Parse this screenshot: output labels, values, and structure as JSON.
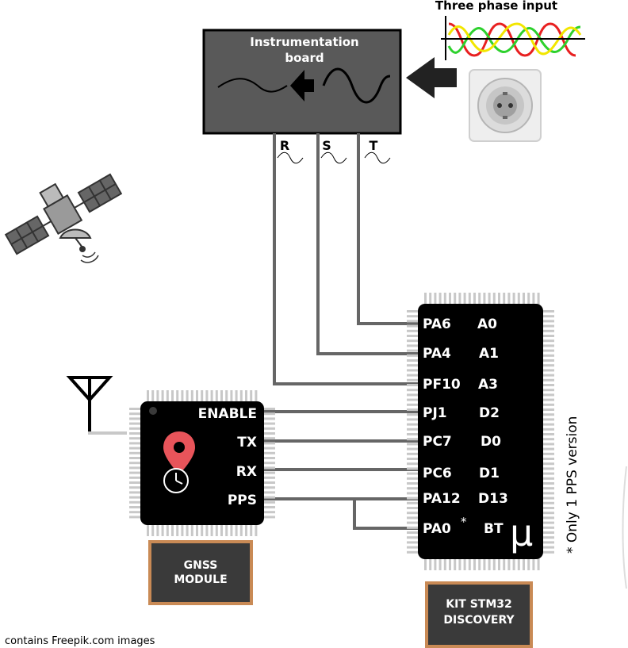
{
  "title_input": "Three phase input",
  "instrumentation_board": {
    "line1": "Instrumentation",
    "line2": "board"
  },
  "phases": [
    "R",
    "S",
    "T"
  ],
  "gnss": {
    "pins": [
      "ENABLE",
      "TX",
      "RX",
      "PPS"
    ],
    "label_line1": "GNSS",
    "label_line2": "MODULE"
  },
  "stm32": {
    "left_pins": [
      "PA6",
      "PA4",
      "PF10",
      "PJ1",
      "PC7",
      "PC6",
      "PA12",
      "PA0"
    ],
    "right_pins": [
      "A0",
      "A1",
      "A3",
      "D2",
      "D0",
      "D1",
      "D13",
      "BT"
    ],
    "asterisk": "*",
    "mu": "μ",
    "label_line1": "KIT STM32",
    "label_line2": "DISCOVERY"
  },
  "note": "* Only 1 PPS version",
  "credit": "contains Freepik.com images",
  "colors": {
    "board_fill": "#595959",
    "wire": "#666666",
    "chip": "#000000",
    "pin": "#c8c8c8",
    "chalk_frame": "#c98a55",
    "chalk_fill": "#3a3a3a",
    "wave_red": "#e82020",
    "wave_green": "#2dd12d",
    "wave_yellow": "#f2e600",
    "gps_pin": "#e8545a"
  }
}
